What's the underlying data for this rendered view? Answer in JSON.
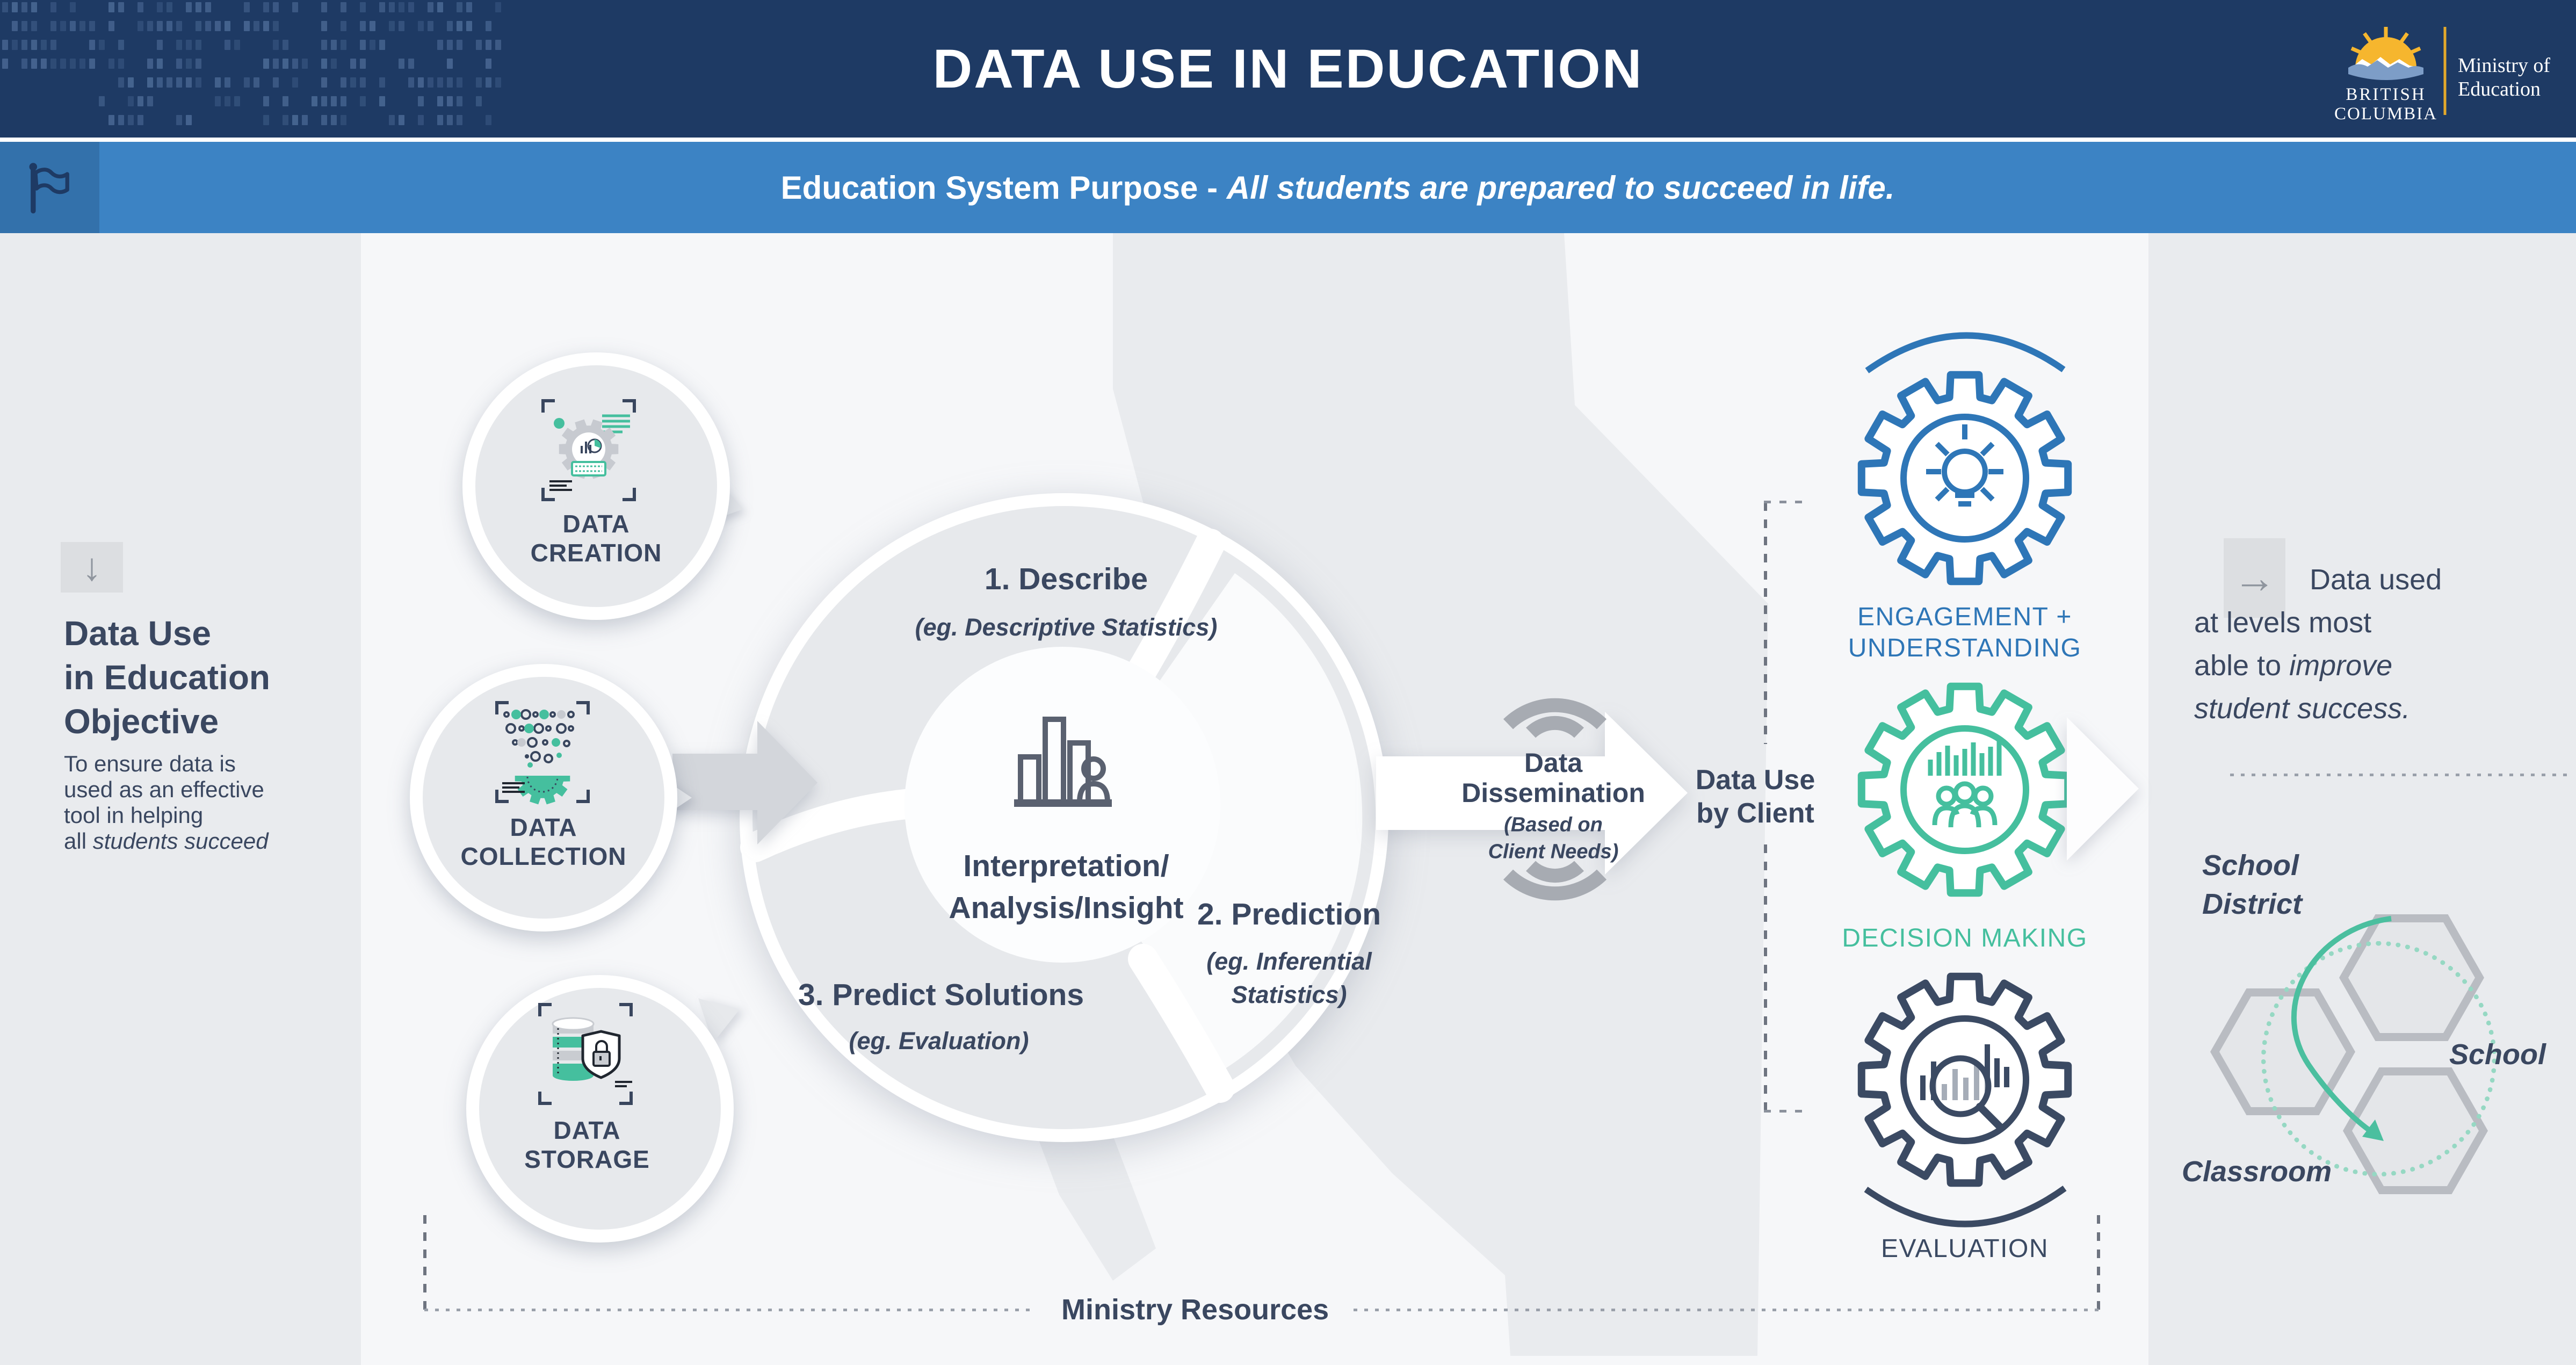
{
  "header": {
    "title": "DATA USE IN EDUCATION",
    "logo": {
      "province_line1": "BRITISH",
      "province_line2": "COLUMBIA",
      "ministry_line1": "Ministry of",
      "ministry_line2": "Education"
    }
  },
  "purpose_bar": {
    "label": "Education System Purpose - ",
    "tagline": "All students are prepared to succeed in life."
  },
  "objective": {
    "marker": "↓",
    "title_lines": [
      "Data Use",
      "in Education",
      "Objective"
    ],
    "body_lines": [
      "To ensure data is",
      "used as an effective",
      "tool in helping"
    ],
    "body_last_regular": "all ",
    "body_last_italic": "students succeed"
  },
  "stages": [
    {
      "line1": "DATA",
      "line2": "CREATION"
    },
    {
      "line1": "DATA",
      "line2": "COLLECTION"
    },
    {
      "line1": "DATA",
      "line2": "STORAGE"
    }
  ],
  "cycle": {
    "step1_title": "1. Describe",
    "step1_sub": "(eg. Descriptive Statistics)",
    "center_line1": "Interpretation/",
    "center_line2": "Analysis/Insight",
    "step2_title": "2. Prediction",
    "step2_sub_line1": "(eg. Inferential",
    "step2_sub_line2": "Statistics)",
    "step3_title": "3. Predict Solutions",
    "step3_sub": "(eg. Evaluation)"
  },
  "dissemination": {
    "line1": "Data",
    "line2": "Dissemination",
    "sub_line1": "(Based on",
    "sub_line2": "Client Needs)"
  },
  "client": {
    "line1": "Data Use",
    "line2": "by Client"
  },
  "outcomes": [
    {
      "label_line1": "ENGAGEMENT +",
      "label_line2": "UNDERSTANDING",
      "color": "#2e76b7"
    },
    {
      "label_line1": "DECISION MAKING",
      "label_line2": "",
      "color": "#45bf9e"
    },
    {
      "label_line1": "EVALUATION",
      "label_line2": "",
      "color": "#3b4a63"
    }
  ],
  "impact": {
    "marker": "→",
    "line1": "Data used",
    "line2": "at levels most",
    "line3_regular": "able to ",
    "line3_italic": "improve",
    "line4_italic": "student success."
  },
  "levels": {
    "district_line1": "School",
    "district_line2": "District",
    "school": "School",
    "classroom": "Classroom"
  },
  "footer": {
    "label": "Ministry Resources"
  },
  "colors": {
    "header_navy": "#1e3a64",
    "bar_blue": "#3c83c4",
    "teal": "#45bf9e",
    "blue_gear": "#2e76b7",
    "navy_text": "#3a4760",
    "gray_icon": "#a7abb2"
  }
}
